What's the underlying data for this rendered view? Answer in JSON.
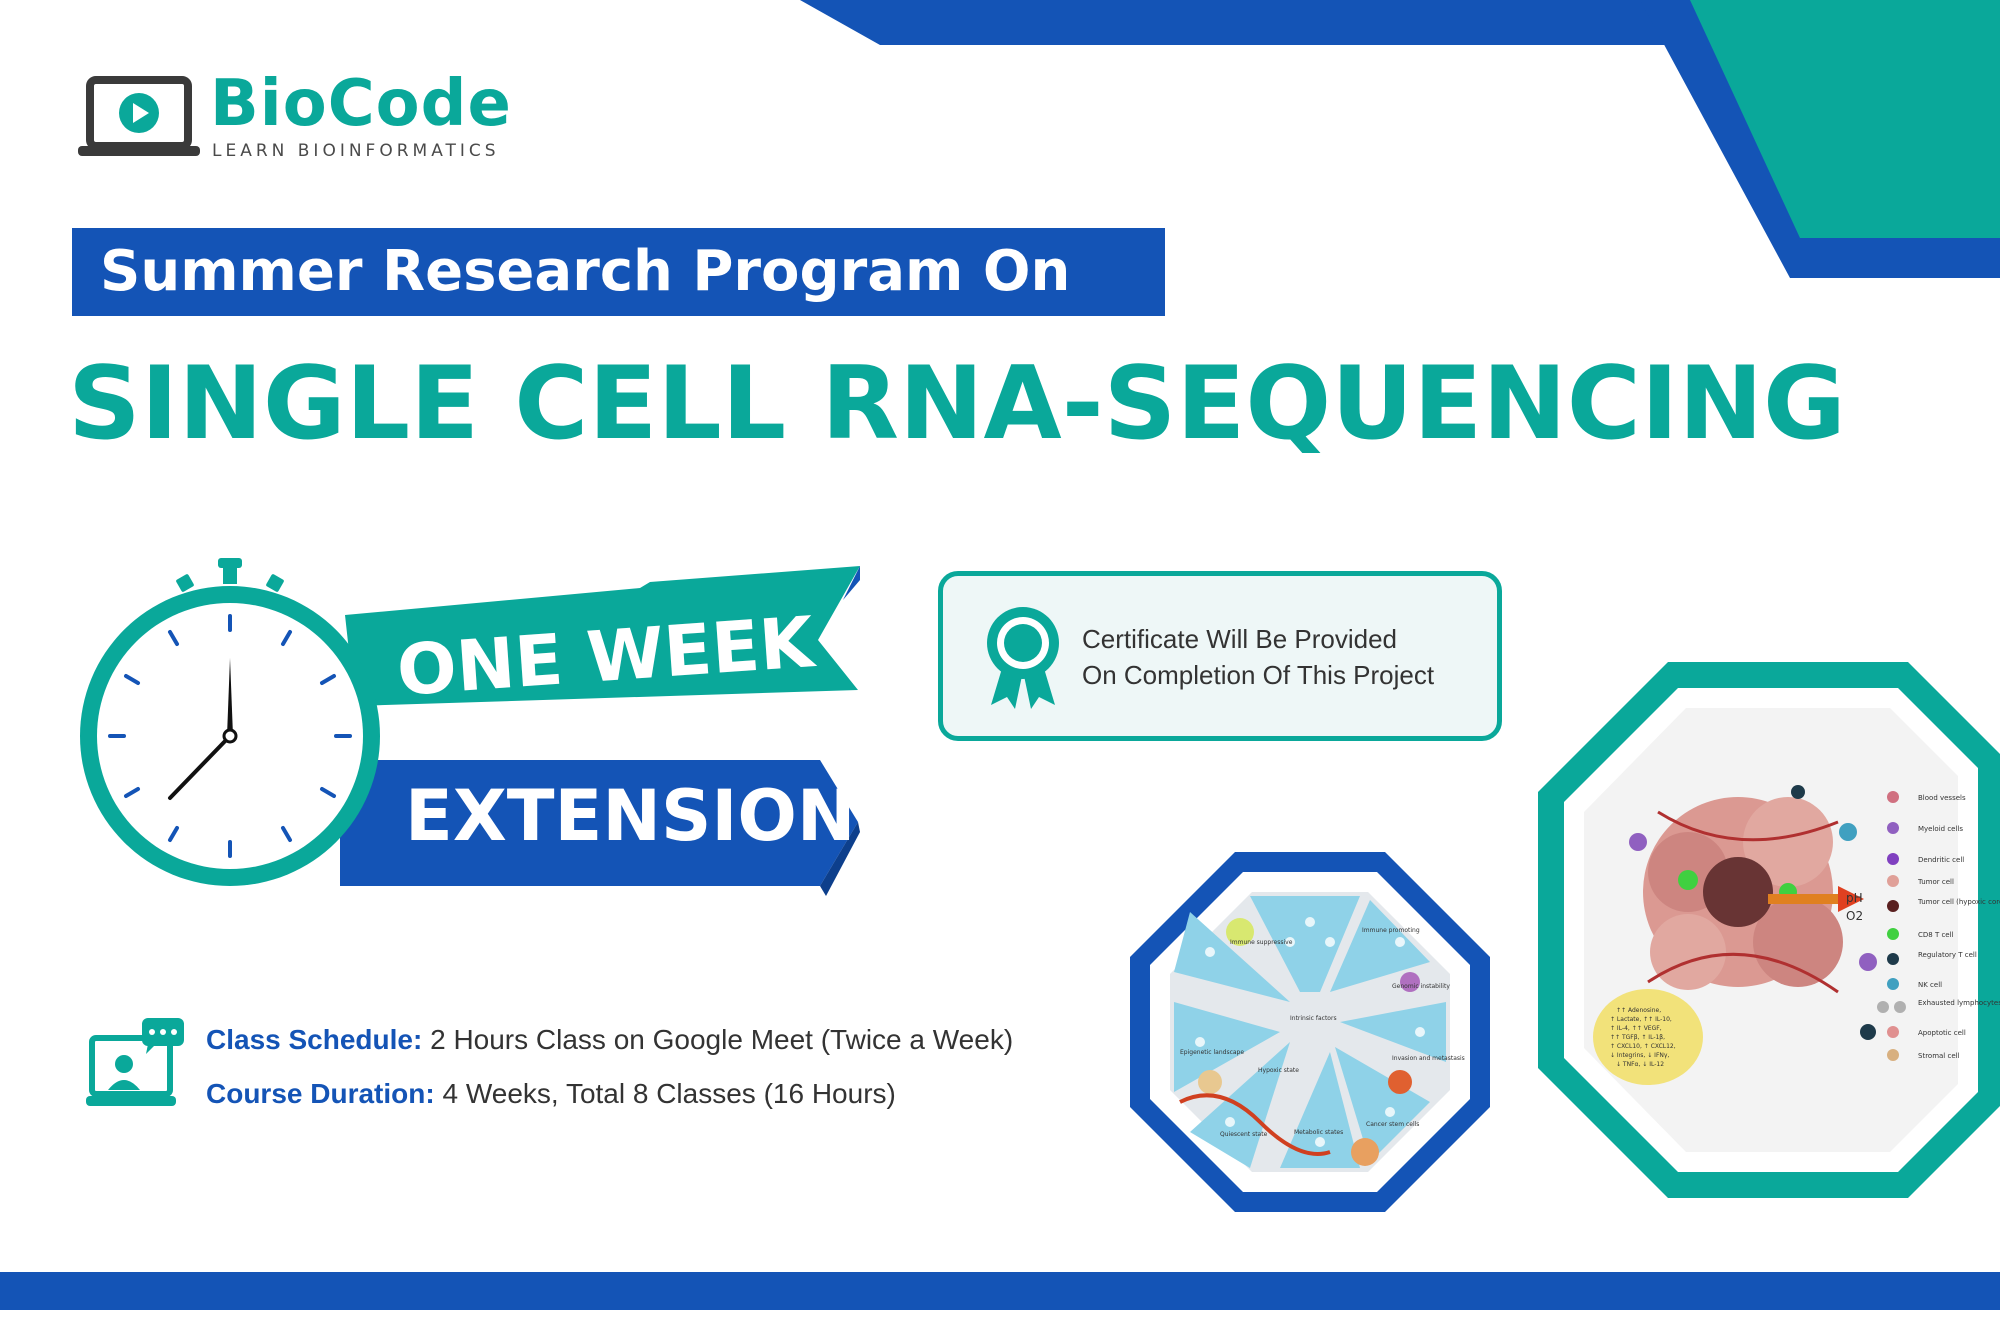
{
  "brand": {
    "name": "BioCode",
    "tagline": "LEARN BIOINFORMATICS"
  },
  "headline": {
    "subtitle": "Summer Research Program On",
    "title": "SINGLE CELL RNA-SEQUENCING"
  },
  "ribbon": {
    "line1": "ONE WEEK",
    "line2": "EXTENSION"
  },
  "certificate": {
    "line1": "Certificate Will Be Provided",
    "line2": "On Completion Of This Project"
  },
  "schedule": {
    "label": "Class Schedule:",
    "value": "2 Hours Class on Google Meet (Twice a Week)"
  },
  "duration": {
    "label": "Course Duration:",
    "value": "4 Weeks, Total 8 Classes (16 Hours)"
  },
  "tme_legend": [
    "Blood vessels",
    "Myeloid cells",
    "Dendritic cell",
    "Tumor cell",
    "Tumor cell (hypoxic core)",
    "CD8 T cell",
    "Regulatory T cell",
    "NK cell",
    "Exhausted lymphocytes",
    "Apoptotic cell",
    "Stromal cell"
  ],
  "tme_gradient_labels": [
    "pH",
    "O2"
  ],
  "tme_cytokines": [
    "↑↑ Adenosine,",
    "↑ Lactate, ↑↑ IL-10,",
    "↑ IL-4, ↑↑ VEGF,",
    "↑↑ TGFβ, ↑ IL-1β,",
    "↑ CXCL10, ↑ CXCL12,",
    "↓ Integrins, ↓ IFNγ,",
    "↓ TNFα, ↓ IL-12"
  ],
  "niche_labels": [
    "Immune suppressive",
    "Immune promoting",
    "Genomic instability",
    "Intrinsic factors",
    "Epigenetic landscape",
    "Hypoxic state",
    "Invasion and metastasis",
    "Metabolic states",
    "Cancer stem cells",
    "Quiescent state"
  ],
  "colors": {
    "teal": "#0aa89a",
    "blue": "#1454b6",
    "dark": "#333333"
  }
}
